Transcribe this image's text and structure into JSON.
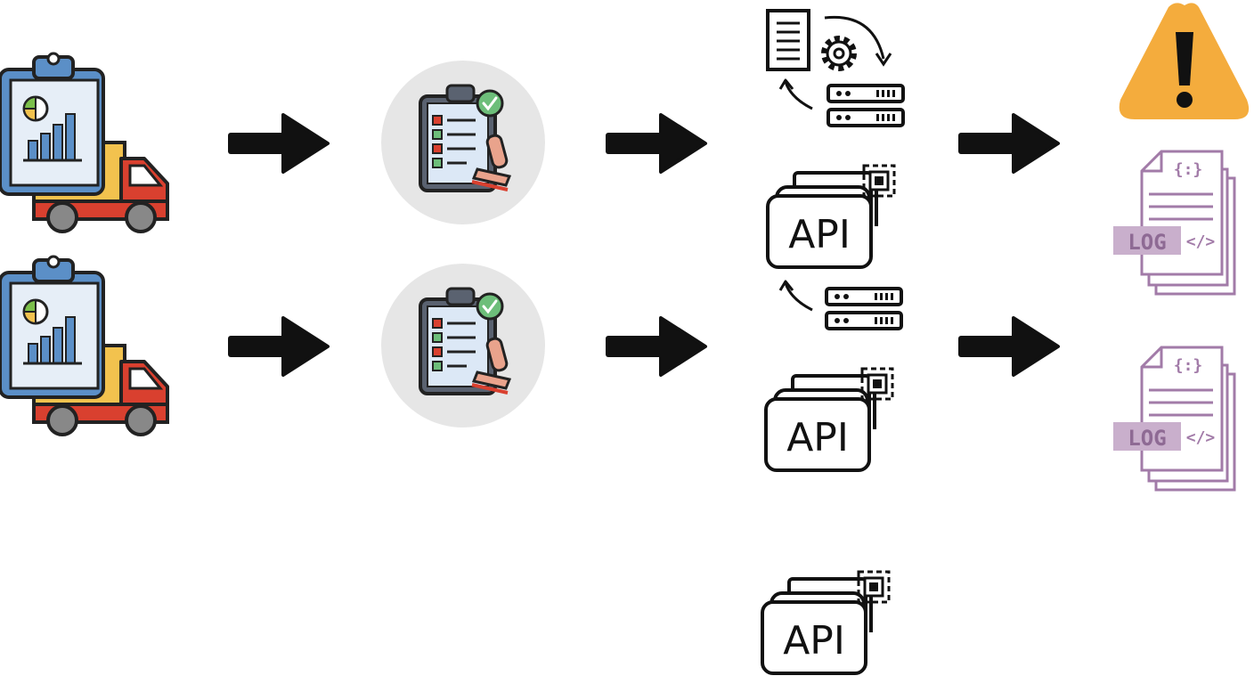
{
  "api_icons": [
    {
      "label": "API"
    },
    {
      "label": "API"
    },
    {
      "label": "API"
    }
  ],
  "log_icons": [
    {
      "label": "LOG",
      "code_tag": "</>",
      "json_tag": "{:}"
    },
    {
      "label": "LOG",
      "code_tag": "</>",
      "json_tag": "{:}"
    }
  ],
  "colors": {
    "arrow": "#111111",
    "warning": "#F4AC3D",
    "log": "#A27BA8",
    "circle_bg": "#E6E6E6",
    "clipboard_blue": "#5B8FC7",
    "truck_red": "#D9402F",
    "truck_yellow": "#F2C24E"
  },
  "icons": [
    "report-truck-icon",
    "arrow-right-icon",
    "checklist-stamp-icon",
    "document-gear-server-icon",
    "api-icon",
    "server-icon",
    "warning-icon",
    "log-file-icon"
  ]
}
